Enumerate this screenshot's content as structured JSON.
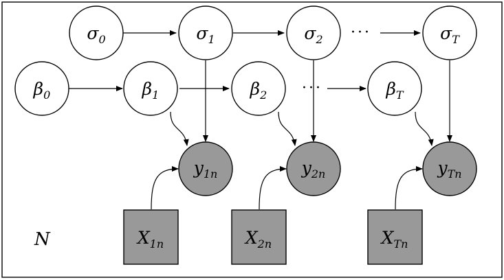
{
  "plate": {
    "label": "N"
  },
  "nodes": {
    "sigma0": {
      "symbol": "σ",
      "sub": "0"
    },
    "sigma1": {
      "symbol": "σ",
      "sub": "1"
    },
    "sigma2": {
      "symbol": "σ",
      "sub": "2"
    },
    "sigmaT": {
      "symbol": "σ",
      "sub": "T"
    },
    "beta0": {
      "symbol": "β",
      "sub": "0"
    },
    "beta1": {
      "symbol": "β",
      "sub": "1"
    },
    "beta2": {
      "symbol": "β",
      "sub": "2"
    },
    "betaT": {
      "symbol": "β",
      "sub": "T"
    },
    "y1": {
      "symbol": "y",
      "sub": "1n"
    },
    "y2": {
      "symbol": "y",
      "sub": "2n"
    },
    "yT": {
      "symbol": "y",
      "sub": "Tn"
    },
    "X1": {
      "symbol": "X",
      "sub": "1n"
    },
    "X2": {
      "symbol": "X",
      "sub": "2n"
    },
    "XT": {
      "symbol": "X",
      "sub": "Tn"
    }
  },
  "ellipsis": "···",
  "colors": {
    "observed": "#999999",
    "latent": "#ffffff",
    "stroke": "#000000"
  }
}
